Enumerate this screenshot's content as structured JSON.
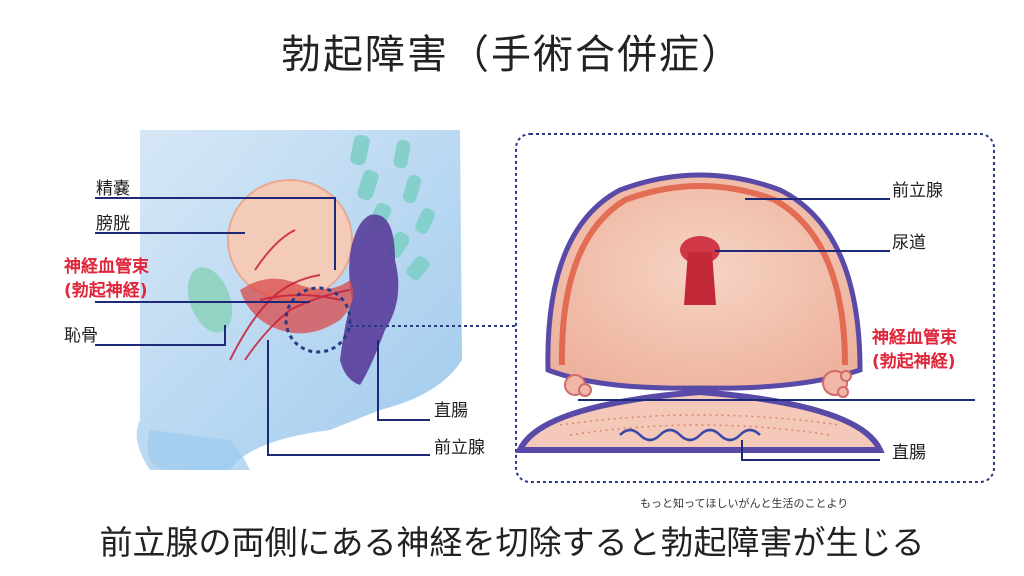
{
  "title": "勃起障害（手術合併症）",
  "caption": "前立腺の両側にある神経を切除すると勃起障害が生じる",
  "credit": "もっと知ってほしいがんと生活のことより",
  "left_labels": {
    "seminal_vesicle": "精嚢",
    "bladder": "膀胱",
    "nvb_line1": "神経血管束",
    "nvb_line2": "(勃起神経)",
    "pubis": "恥骨",
    "rectum": "直腸",
    "prostate": "前立腺"
  },
  "right_labels": {
    "prostate": "前立腺",
    "urethra": "尿道",
    "nvb_line1": "神経血管束",
    "nvb_line2": "(勃起神経)",
    "rectum": "直腸"
  }
}
